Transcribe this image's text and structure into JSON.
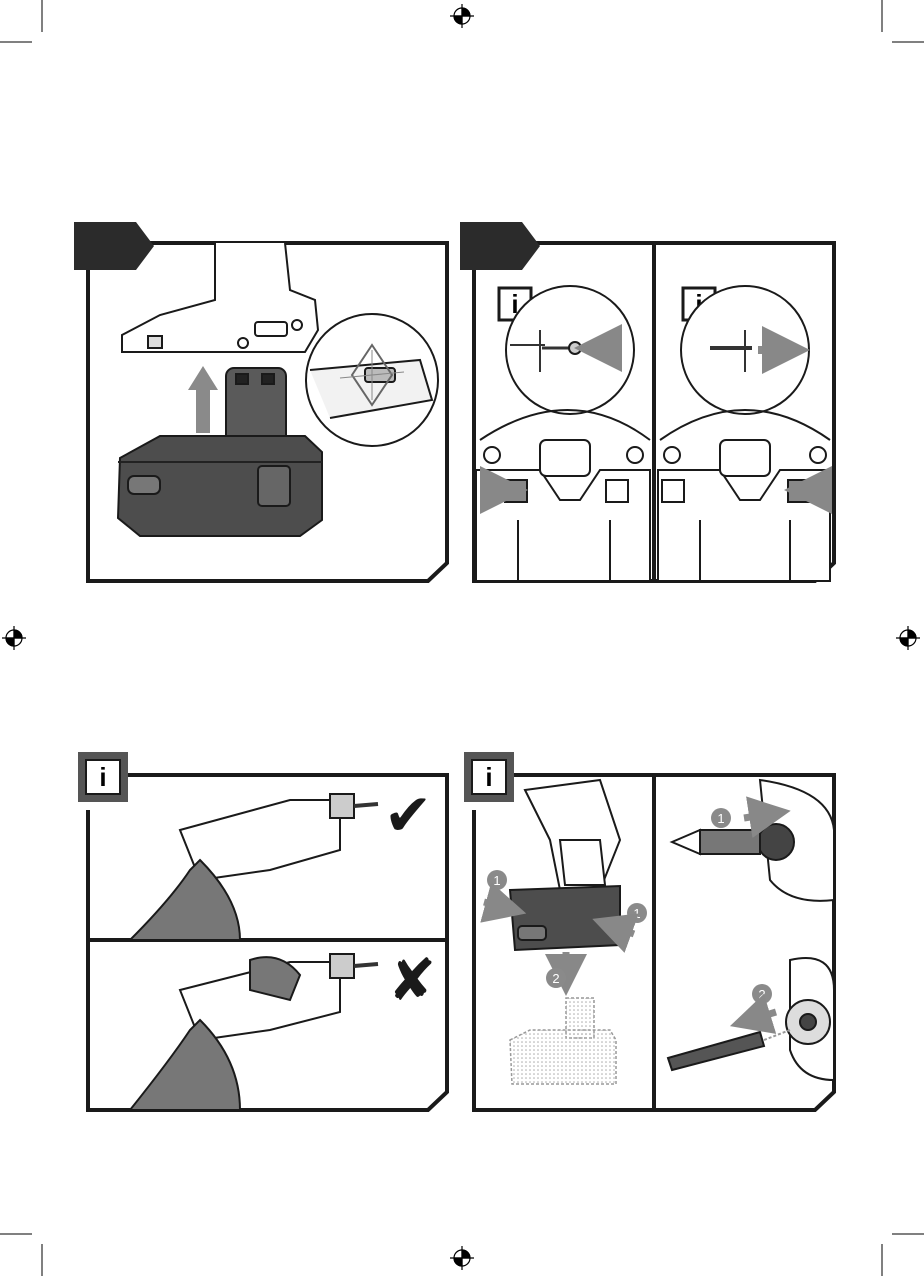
{
  "page": {
    "description_free": true,
    "colors": {
      "ink": "#1a1a1a",
      "tab": "#2b2b2b",
      "gray_fill": "#8a8a8a",
      "light_gray": "#d8d8d8",
      "paper": "#ffffff"
    }
  },
  "icons": {
    "info": "i",
    "check": "✔",
    "cross": "✘"
  },
  "steps": {
    "battery_remove": {
      "step_number": "1",
      "marker": "2"
    },
    "battery_insert": {
      "step_number": "2"
    },
    "bit_release": {
      "step_number": "1",
      "marker": "2"
    }
  }
}
